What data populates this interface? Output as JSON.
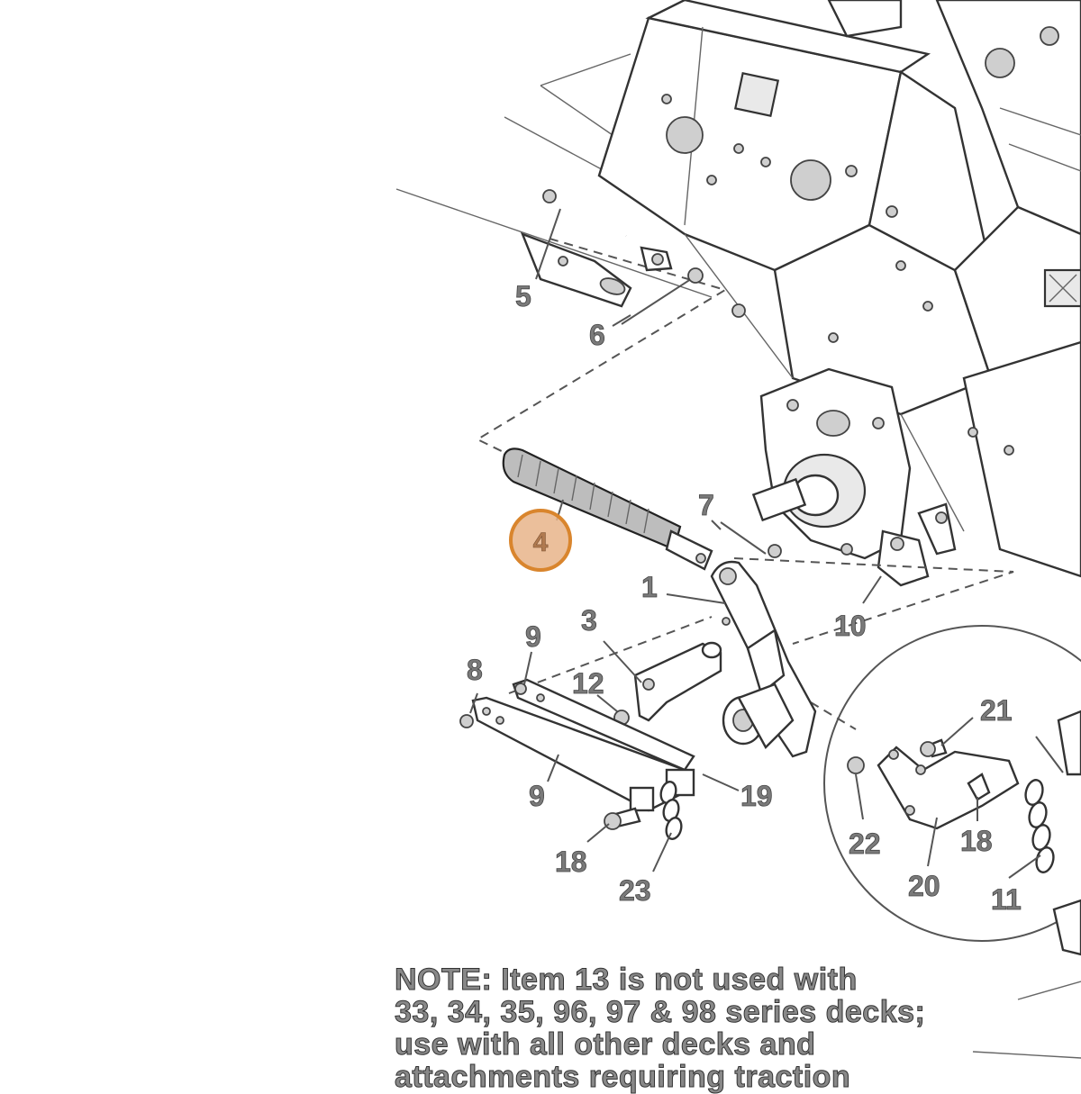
{
  "callouts": {
    "c1": "1",
    "c3": "3",
    "c4": "4",
    "c5": "5",
    "c6": "6",
    "c7": "7",
    "c8": "8",
    "c9a": "9",
    "c9b": "9",
    "c10": "10",
    "c11": "11",
    "c12": "12",
    "c18a": "18",
    "c18b": "18",
    "c19": "19",
    "c20": "20",
    "c21": "21",
    "c22": "22",
    "c23": "23"
  },
  "highlighted_item": "4",
  "note": {
    "text": "NOTE:  Item 13 is not used with\n33, 34, 35, 96, 97 & 98 series decks;\nuse with all other decks and\nattachments requiring traction"
  },
  "colors": {
    "highlight_fill": "#e8b48a",
    "highlight_stroke": "#d9852d",
    "line": "#555555"
  }
}
